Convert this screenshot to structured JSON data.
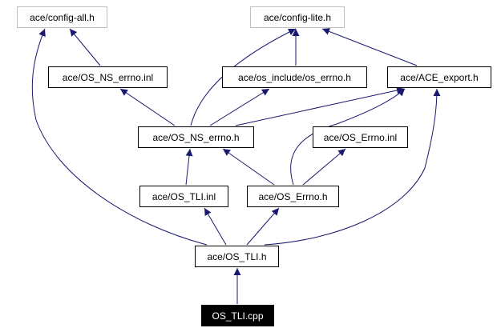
{
  "graph": {
    "nodes": [
      {
        "id": "config_all",
        "label": "ace/config-all.h",
        "style": "external"
      },
      {
        "id": "config_lite",
        "label": "ace/config-lite.h",
        "style": "external"
      },
      {
        "id": "ns_errno_inl",
        "label": "ace/OS_NS_errno.inl",
        "style": "normal"
      },
      {
        "id": "os_include_errno",
        "label": "ace/os_include/os_errno.h",
        "style": "normal"
      },
      {
        "id": "ace_export",
        "label": "ace/ACE_export.h",
        "style": "normal"
      },
      {
        "id": "ns_errno_h",
        "label": "ace/OS_NS_errno.h",
        "style": "normal"
      },
      {
        "id": "os_errno_inl",
        "label": "ace/OS_Errno.inl",
        "style": "normal"
      },
      {
        "id": "os_tli_inl",
        "label": "ace/OS_TLI.inl",
        "style": "normal"
      },
      {
        "id": "os_errno_h",
        "label": "ace/OS_Errno.h",
        "style": "normal"
      },
      {
        "id": "os_tli_h",
        "label": "ace/OS_TLI.h",
        "style": "normal"
      },
      {
        "id": "os_tli_cpp",
        "label": "OS_TLI.cpp",
        "style": "root"
      }
    ],
    "edges": [
      {
        "from": "os_tli_cpp",
        "to": "os_tli_h"
      },
      {
        "from": "os_tli_h",
        "to": "config_all"
      },
      {
        "from": "os_tli_h",
        "to": "os_tli_inl"
      },
      {
        "from": "os_tli_h",
        "to": "os_errno_h"
      },
      {
        "from": "os_tli_h",
        "to": "ace_export"
      },
      {
        "from": "os_tli_inl",
        "to": "ns_errno_h"
      },
      {
        "from": "os_errno_h",
        "to": "ns_errno_h"
      },
      {
        "from": "os_errno_h",
        "to": "os_errno_inl"
      },
      {
        "from": "os_errno_h",
        "to": "ace_export"
      },
      {
        "from": "ns_errno_h",
        "to": "ns_errno_inl"
      },
      {
        "from": "ns_errno_h",
        "to": "config_lite"
      },
      {
        "from": "ns_errno_h",
        "to": "os_include_errno"
      },
      {
        "from": "ns_errno_h",
        "to": "ace_export"
      },
      {
        "from": "ns_errno_inl",
        "to": "config_all"
      },
      {
        "from": "os_include_errno",
        "to": "config_lite"
      },
      {
        "from": "ace_export",
        "to": "config_lite"
      }
    ],
    "colors": {
      "edge": "#191970",
      "external_border": "#bfbfbf",
      "normal_border": "#000000",
      "root_fill": "#000000",
      "root_text": "#ffffff",
      "text": "#000000"
    }
  }
}
